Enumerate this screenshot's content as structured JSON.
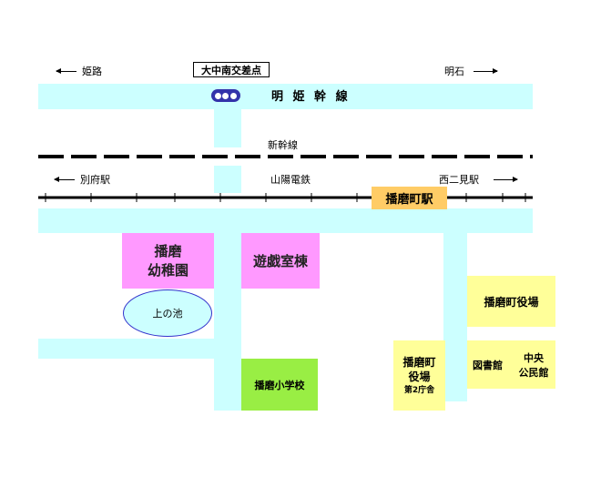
{
  "colors": {
    "road": "#ccffff",
    "kindergarten": "#ff99ff",
    "play_hall": "#ff99ff",
    "pond": "#ccffff",
    "pond_border": "#3333cc",
    "town_office": "#ffff99",
    "school": "#99ee44",
    "station_box": "#ffcc66",
    "rail": "#000000"
  },
  "top_labels": {
    "west_city": "姫路",
    "east_city": "明石",
    "intersection": "大中南交差点"
  },
  "roads": {
    "main_road": "明 姫 幹 線"
  },
  "railways": {
    "shinkansen": "新幹線",
    "sanyo_line": "山陽電鉄",
    "west_station": "別府駅",
    "east_station": "西二見駅",
    "harima_station": "播磨町駅"
  },
  "buildings": {
    "kindergarten": [
      "播磨",
      "幼稚園"
    ],
    "play_hall": "遊戯室棟",
    "pond": "上の池",
    "town_office": "播磨町役場",
    "second_office": [
      "播磨町",
      "役場",
      "第2庁舎"
    ],
    "library": "図書館",
    "community_center": [
      "中央",
      "公民館"
    ],
    "school": "播磨小学校"
  },
  "icons": {
    "signal": "traffic-signal-icon",
    "arrows": "direction-arrow-icon"
  }
}
